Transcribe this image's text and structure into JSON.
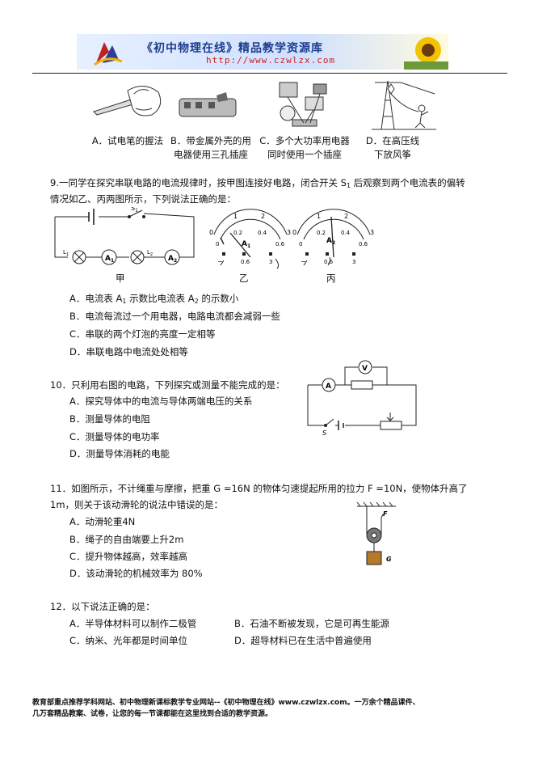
{
  "header": {
    "banner_title": "《初中物理在线》精品教学资源库",
    "banner_url": "http://www.czwlzx.com"
  },
  "q8": {
    "options": [
      {
        "line1": "A．试电笔的握法",
        "line2": ""
      },
      {
        "line1": "B．带金属外壳的用",
        "line2": "电器使用三孔插座"
      },
      {
        "line1": "C．多个大功率用电器",
        "line2": "同时使用一个插座"
      },
      {
        "line1": "D．在高压线",
        "line2": "下放风筝"
      }
    ]
  },
  "q9": {
    "stem_line1_a": "9.一同学在探究串联电路的电流规律时，按甲图连接好电路，闭合开关 S",
    "stem_line1_sub": "1",
    "stem_line1_b": " 后观察到两个电流表的偏转",
    "stem_line2": "情况如乙、丙两图所示，下列说法正确的是：",
    "fig_labels": {
      "jia": "甲",
      "yi": "乙",
      "bing": "丙"
    },
    "circuit": {
      "s1": "S",
      "s1_sub": "1",
      "l1": "L",
      "l1_sub": "1",
      "a1": "A",
      "a1_sub": "1",
      "l2": "L",
      "l2_sub": "2",
      "a2": "A",
      "a2_sub": "2"
    },
    "meter": {
      "scale_top": [
        "1",
        "2"
      ],
      "scale_top_ends": [
        "0",
        "3"
      ],
      "scale_bottom": [
        "0.2",
        "0.4"
      ],
      "scale_bottom_ends": [
        "0",
        "0.6"
      ],
      "terminals": [
        "−",
        "0.6",
        "3"
      ],
      "meter_yi": "A",
      "meter_yi_sub": "1",
      "meter_bing": "A",
      "meter_bing_sub": "2"
    },
    "options": [
      {
        "a": "A．电流表 A",
        "sub": "1",
        "b": " 示数比电流表 A",
        "sub2": "2",
        "c": " 的示数小"
      },
      {
        "a": "B．电流每流过一个用电器，电路电流都会减弱一些"
      },
      {
        "a": "C．串联的两个灯泡的亮度一定相等"
      },
      {
        "a": "D．串联电路中电流处处相等"
      }
    ]
  },
  "q10": {
    "stem": "10．只利用右图的电路，下列探究或测量不能完成的是：",
    "circuit": {
      "v": "V",
      "a": "A",
      "s": "S"
    },
    "options": [
      "A．探究导体中的电流与导体两端电压的关系",
      "B．测量导体的电阻",
      "C．测量导体的电功率",
      "D．测量导体消耗的电能"
    ]
  },
  "q11": {
    "stem_line1": "11．如图所示，不计绳重与摩擦，把重 G =16N 的物体匀速提起所用的拉力 F =10N，使物体升高了",
    "stem_line2": "1m，则关于该动滑轮的说法中错误的是：",
    "fig": {
      "f": "F",
      "g": "G"
    },
    "options": [
      "A．动滑轮重4N",
      "B．绳子的自由端要上升2m",
      "C．提升物体越高，效率越高",
      "D．该动滑轮的机械效率为 80%"
    ]
  },
  "q12": {
    "stem": "12．以下说法正确的是：",
    "options": [
      "A．半导体材料可以制作二极管",
      "B．石油不断被发现，它是可再生能源",
      "C．纳米、光年都是时间单位",
      "D．超导材料已在生活中普遍使用"
    ]
  },
  "footer": {
    "line1": "教育部重点推荐学科网站、初中物理新课标教学专业网站--《初中物理在线》www.czwlzx.com。一万余个精品课件、",
    "line2": "几万套精品教案、试卷，让您的每一节课都能在这里找到合适的教学资源。"
  }
}
